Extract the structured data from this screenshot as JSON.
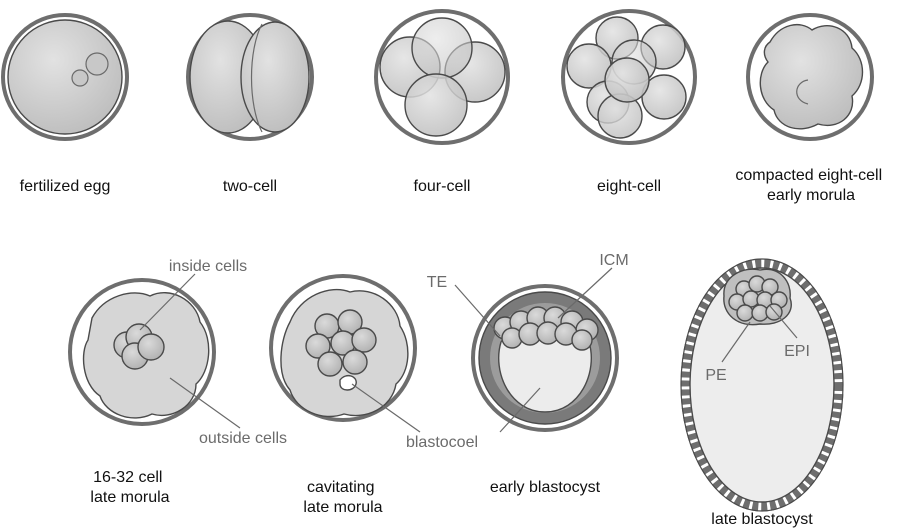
{
  "stages": [
    {
      "id": "fertilized-egg",
      "lines": [
        "fertilized egg"
      ]
    },
    {
      "id": "two-cell",
      "lines": [
        "two-cell"
      ]
    },
    {
      "id": "four-cell",
      "lines": [
        "four-cell"
      ]
    },
    {
      "id": "eight-cell",
      "lines": [
        "eight-cell"
      ]
    },
    {
      "id": "compacted",
      "lines": [
        "compacted eight-cell",
        "early morula"
      ]
    },
    {
      "id": "late-morula",
      "lines": [
        "16-32 cell",
        "late morula"
      ]
    },
    {
      "id": "cavitating",
      "lines": [
        "cavitating",
        "late morula"
      ]
    },
    {
      "id": "early-blastocyst",
      "lines": [
        "early blastocyst"
      ]
    },
    {
      "id": "late-blastocyst",
      "lines": [
        "late blastocyst"
      ]
    }
  ],
  "callouts": {
    "inside_cells": "inside cells",
    "outside_cells": "outside cells",
    "blastocoel": "blastocoel",
    "te": "TE",
    "icm": "ICM",
    "pe": "PE",
    "epi": "EPI"
  },
  "colors": {
    "zona": "#6e6e6e",
    "cell_fill": "#d2d2d2",
    "cell_stroke": "#4a4a4a",
    "trophectoderm": "#7a7a7a",
    "blastocoel": "#ececec",
    "callout_text": "#6b6b6b",
    "label_text": "#111111"
  }
}
